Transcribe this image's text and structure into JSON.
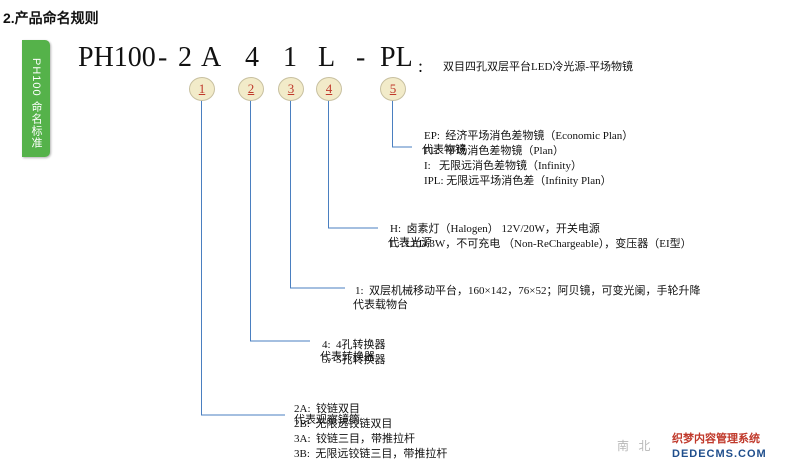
{
  "section_title": "2.产品命名规则",
  "side_tab": "PH100 命名标准",
  "model": {
    "parts": [
      "PH100",
      "-",
      "2",
      "A",
      "4",
      "1",
      "L",
      "-",
      "PL",
      ":"
    ],
    "description": "双目四孔双层平台LED冷光源-平场物镜"
  },
  "badges": [
    "1",
    "2",
    "3",
    "4",
    "5"
  ],
  "groups": [
    {
      "title": "代表物镜",
      "lines": [
        "EP:  经济平场消色差物镜（Economic Plan）",
        "PL:  平场消色差物镜（Plan）",
        "I:   无限远消色差物镜（Infinity）",
        "IPL: 无限远平场消色差（Infinity Plan）"
      ]
    },
    {
      "title": "代表光源",
      "lines": [
        "H:  卤素灯（Halogen） 12V/20W，开关电源",
        "L:  LED 3W，不可充电 （Non-ReChargeable），变压器（EI型）"
      ]
    },
    {
      "title": "代表载物台",
      "lines": [
        "1:  双层机械移动平台，160×142，76×52；阿贝镜，可变光阑，手轮升降"
      ]
    },
    {
      "title": "代表转换器",
      "lines": [
        "4:  4孔转换器",
        "5:  5孔转换器"
      ]
    },
    {
      "title": "代表观察镜筒",
      "lines": [
        "2A:  铰链双目",
        "2B:  无限远铰链双目",
        "3A:  铰链三目，带推拉杆",
        "3B:  无限远铰链三目，带推拉杆"
      ]
    }
  ],
  "watermark": "南 北 ",
  "site_logo": {
    "line1": "织梦内容管理系统",
    "line2": "DEDECMS.COM"
  },
  "colors": {
    "tab_green": "#55b24a",
    "connector_blue": "#4a7fc0",
    "badge_fill": "#f2ebc9",
    "badge_text": "#c0392b"
  }
}
